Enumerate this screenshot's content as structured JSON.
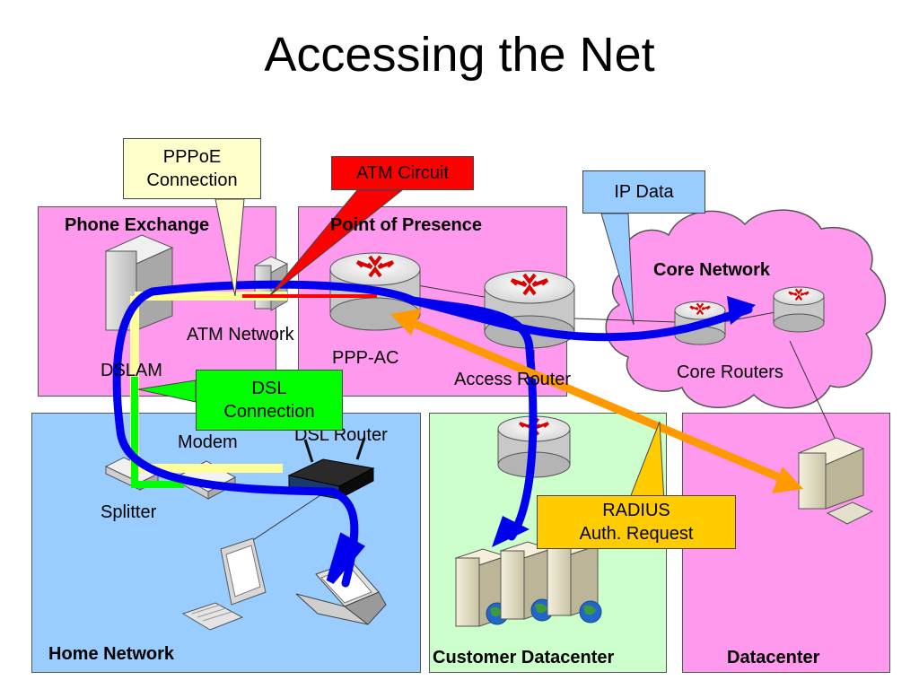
{
  "title": "Accessing the Net",
  "zones": {
    "phone_exchange": "Phone Exchange",
    "point_of_presence": "Point of Presence",
    "core_network": "Core Network",
    "home_network": "Home Network",
    "customer_datacenter": "Customer Datacenter",
    "datacenter": "Datacenter"
  },
  "labels": {
    "dslam": "DSLAM",
    "atm_network": "ATM Network",
    "ppp_ac": "PPP-AC",
    "access_router": "Access Router",
    "core_routers": "Core Routers",
    "modem": "Modem",
    "dsl_router": "DSL Router",
    "splitter": "Splitter"
  },
  "callouts": {
    "pppoe": [
      "PPPoE",
      "Connection"
    ],
    "atm_circuit": "ATM Circuit",
    "ip_data": "IP Data",
    "dsl": [
      "DSL",
      "Connection"
    ],
    "radius": [
      "RADIUS",
      "Auth. Request"
    ]
  },
  "colors": {
    "zone_pink": "#ff99ee",
    "zone_blue": "#99ccff",
    "zone_green": "#ccffcc",
    "callout_yellow": "#ffffcc",
    "callout_red": "#ff0000",
    "callout_lightblue": "#99ccff",
    "callout_green": "#00ff00",
    "callout_orange": "#ffcc00",
    "ip_path": "#0000ee",
    "radius_arrow": "#ff9900"
  }
}
